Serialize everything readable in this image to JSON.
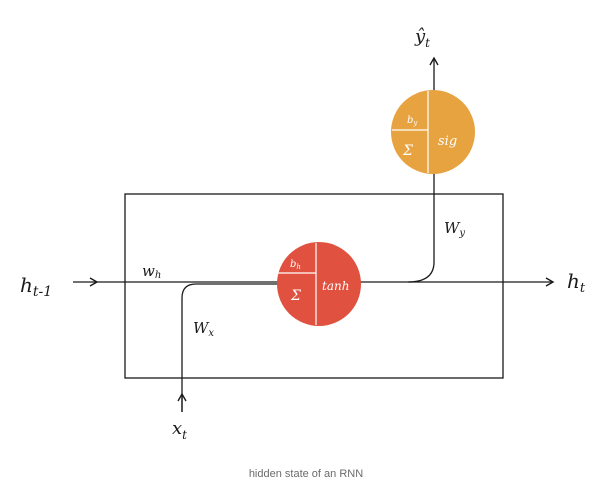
{
  "colors": {
    "ink": "#1a1a1a",
    "hidden_node": "#e0513f",
    "output_node": "#e7a33f",
    "node_text": "#ffffff"
  },
  "labels": {
    "h_prev": "h",
    "h_prev_sub": "t-1",
    "h_next": "h",
    "h_next_sub": "t",
    "x_input": "x",
    "x_input_sub": "t",
    "y_output": "ŷ",
    "y_output_sub": "t",
    "w_h": "w",
    "w_h_sub": "h",
    "w_x": "W",
    "w_x_sub": "x",
    "w_y": "W",
    "w_y_sub": "y"
  },
  "hidden_node": {
    "bias": "b",
    "bias_sub": "h",
    "sum": "Σ",
    "activation": "tanh"
  },
  "output_node": {
    "bias": "b",
    "bias_sub": "y",
    "sum": "Σ",
    "activation": "sig"
  },
  "caption": "hidden state of an RNN",
  "icons": [
    "arrow-right-icon",
    "arrow-up-icon"
  ]
}
